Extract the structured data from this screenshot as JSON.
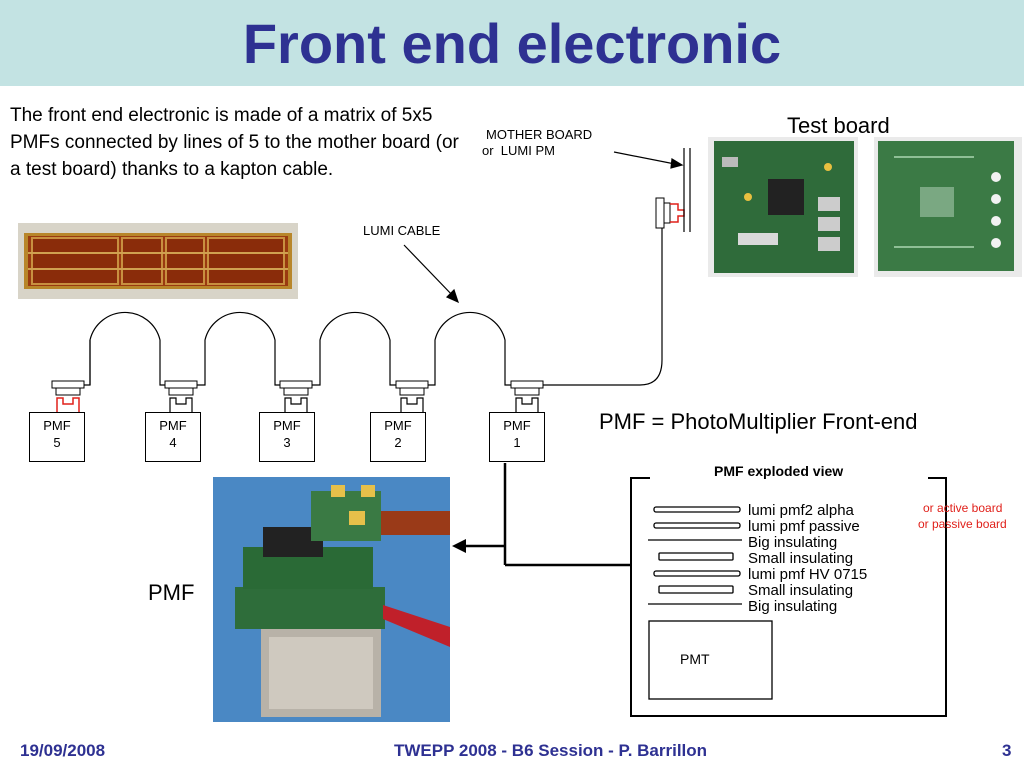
{
  "title": "Front end electronic",
  "intro": "The front end electronic is made of a matrix of 5x5 PMFs connected by lines of 5 to the mother board (or a test board) thanks to a kapton cable.",
  "labels": {
    "mother_board": "MOTHER BOARD",
    "or_lumi_pm": "or  LUMI PM",
    "test_board": "Test board",
    "lumi_cable": "LUMI CABLE",
    "pmf_definition": "PMF = PhotoMultiplier Front-end",
    "pmf_photo": "PMF",
    "exploded_title": "PMF exploded view",
    "alt_board_1": "or active board",
    "alt_board_2": "or passive board",
    "pmt": "PMT"
  },
  "pmf_boxes": [
    {
      "name": "PMF",
      "num": "5"
    },
    {
      "name": "PMF",
      "num": "4"
    },
    {
      "name": "PMF",
      "num": "3"
    },
    {
      "name": "PMF",
      "num": "2"
    },
    {
      "name": "PMF",
      "num": "1"
    }
  ],
  "layers": [
    "lumi pmf2 alpha",
    "lumi pmf passive",
    "Big insulating",
    "Small insulating",
    "lumi pmf HV 0715",
    "Small insulating",
    "Big insulating"
  ],
  "footer": {
    "date": "19/09/2008",
    "session": "TWEPP 2008 - B6 Session - P. Barrillon",
    "page": "3"
  },
  "colors": {
    "title": "#2e3192",
    "band": "#c3e3e3",
    "accent_red": "#e0201a"
  }
}
